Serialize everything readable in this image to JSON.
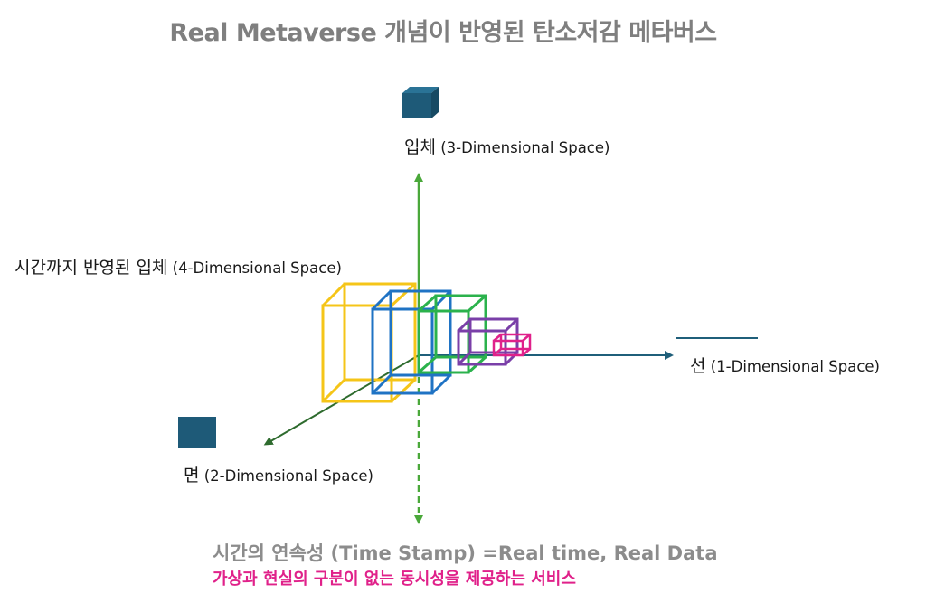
{
  "title": "Real Metaverse 개념이 반영된 탄소저감 메타버스",
  "axes": {
    "vertical_3d": {
      "ko": "입체",
      "en": " (3-Dimensional Space)"
    },
    "four_d": {
      "ko": "시간까지 반영된 입체",
      "en": " (4-Dimensional Space)"
    },
    "line_1d": {
      "ko": "선",
      "en": " (1-Dimensional Space)"
    },
    "plane_2d": {
      "ko": "면",
      "en": " (2-Dimensional Space)"
    }
  },
  "bottom": {
    "line1": "시간의 연속성 (Time Stamp) =Real time, Real Data",
    "line2": "가상과 현실의 구분이 없는 동시성을 제공하는 서비스"
  },
  "colors": {
    "title": "#7f7f7f",
    "axis_green": "#4aa83a",
    "axis_blue": "#1f5f7a",
    "axis_darkgreen": "#2e6b2e",
    "cube_yellow": "#f5c518",
    "cube_blue": "#1f73c4",
    "cube_green": "#2bb24c",
    "cube_purple": "#7a3fa8",
    "cube_pink": "#e0218a",
    "icon_fill": "#1e5a78",
    "highlight": "#e0218a"
  }
}
